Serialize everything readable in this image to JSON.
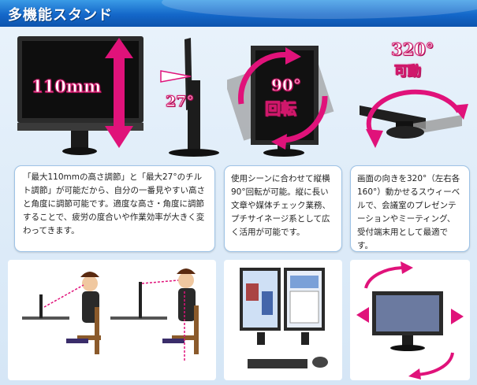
{
  "header": {
    "title": "多機能スタンド"
  },
  "illustrations": {
    "height": {
      "label": "110mm"
    },
    "tilt": {
      "label": "27°"
    },
    "rotation": {
      "label_line1": "90°",
      "label_line2": "回転"
    },
    "swivel": {
      "label_line1": "320°",
      "label_line2": "可動"
    }
  },
  "cards": {
    "height_tilt": "「最大110mmの高さ調節」と「最大27°のチルト調節」が可能だから、自分の一番見やすい高さと角度に調節可能です。適度な高さ・角度に調節することで、疲労の度合いや作業効率が大きく変わってきます。",
    "rotation": "使用シーンに合わせて縦横90°回転が可能。縦に長い文章や媒体チェック業務、プチサイネージ系として広く活用が可能です。",
    "swivel": "画面の向きを320°（左右各160°）動かせるスウィーベルで、会議室のプレゼンテーションやミーティング、受付端末用として最適です。"
  },
  "colors": {
    "accent": "#1467c9",
    "highlight": "#e0127a"
  }
}
